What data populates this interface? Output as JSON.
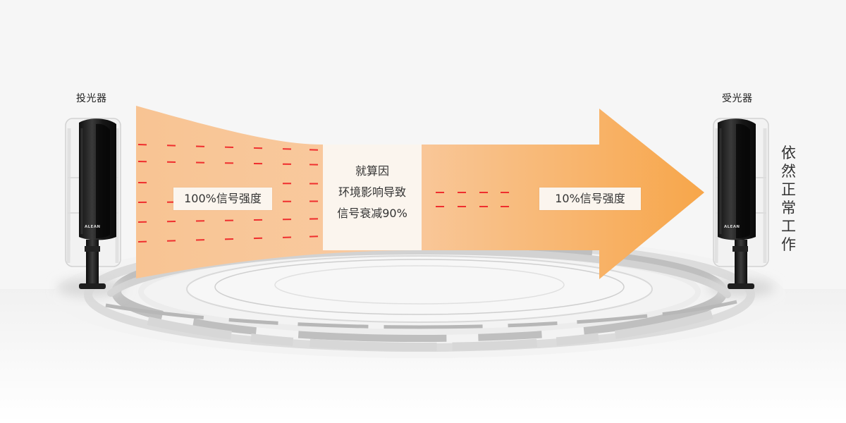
{
  "labels": {
    "emitter": "投光器",
    "receiver": "受光器",
    "left_strength": "100%信号强度",
    "middle_lines": [
      "就算因",
      "环境影响导致",
      "信号衰减90%"
    ],
    "right_strength": "10%信号强度",
    "vertical_status": "依然正常工作",
    "brand": "ALEAN"
  },
  "colors": {
    "arrow_left": "#f8c493",
    "arrow_right": "#f7a64a",
    "dash": "#ef2e2e",
    "panel": "#fbf5ee",
    "ring_dark": "#c8c8c8",
    "ring_light": "#efefef"
  },
  "signal": {
    "source_percent": 100,
    "received_percent": 10,
    "attenuation_percent": 90
  }
}
